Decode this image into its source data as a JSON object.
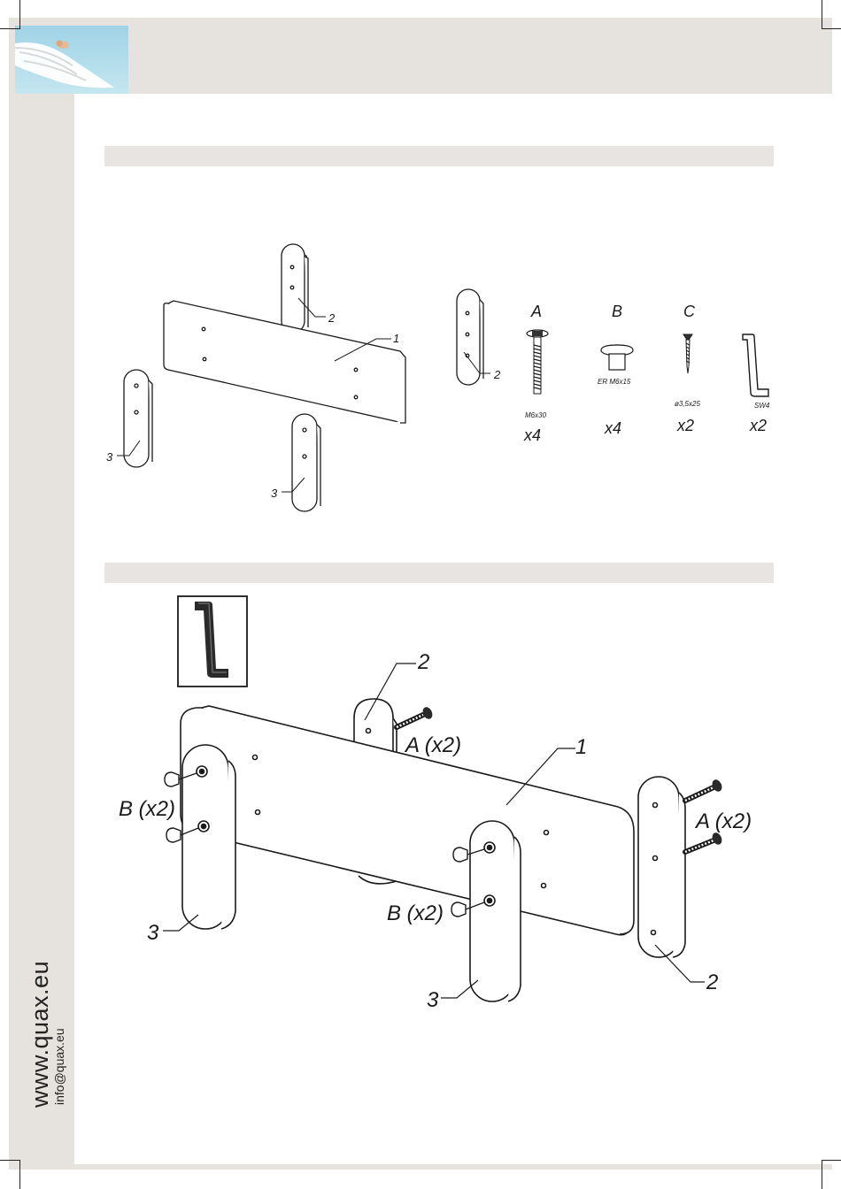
{
  "sidebar": {
    "website": "www.quax.eu",
    "email": "info@quax.eu"
  },
  "step1": {
    "callouts": {
      "part1": "1",
      "part2a": "2",
      "part2b": "2",
      "part3a": "3",
      "part3b": "3"
    },
    "hardware": [
      {
        "letter": "A",
        "spec": "M6x30",
        "qty": "x4"
      },
      {
        "letter": "B",
        "spec": "ER M6x15",
        "qty": "x4"
      },
      {
        "letter": "C",
        "spec": "ø3,5x25",
        "qty": "x2"
      },
      {
        "letter": "",
        "spec": "SW4",
        "qty": "x2"
      }
    ]
  },
  "step2": {
    "callouts": {
      "part1": "1",
      "part2a": "2",
      "part2b": "2",
      "part3a": "3",
      "part3b": "3"
    },
    "labels": {
      "a_top": "A (x2)",
      "a_right": "A (x2)",
      "b_left": "B (x2)",
      "b_mid": "B (x2)"
    }
  }
}
